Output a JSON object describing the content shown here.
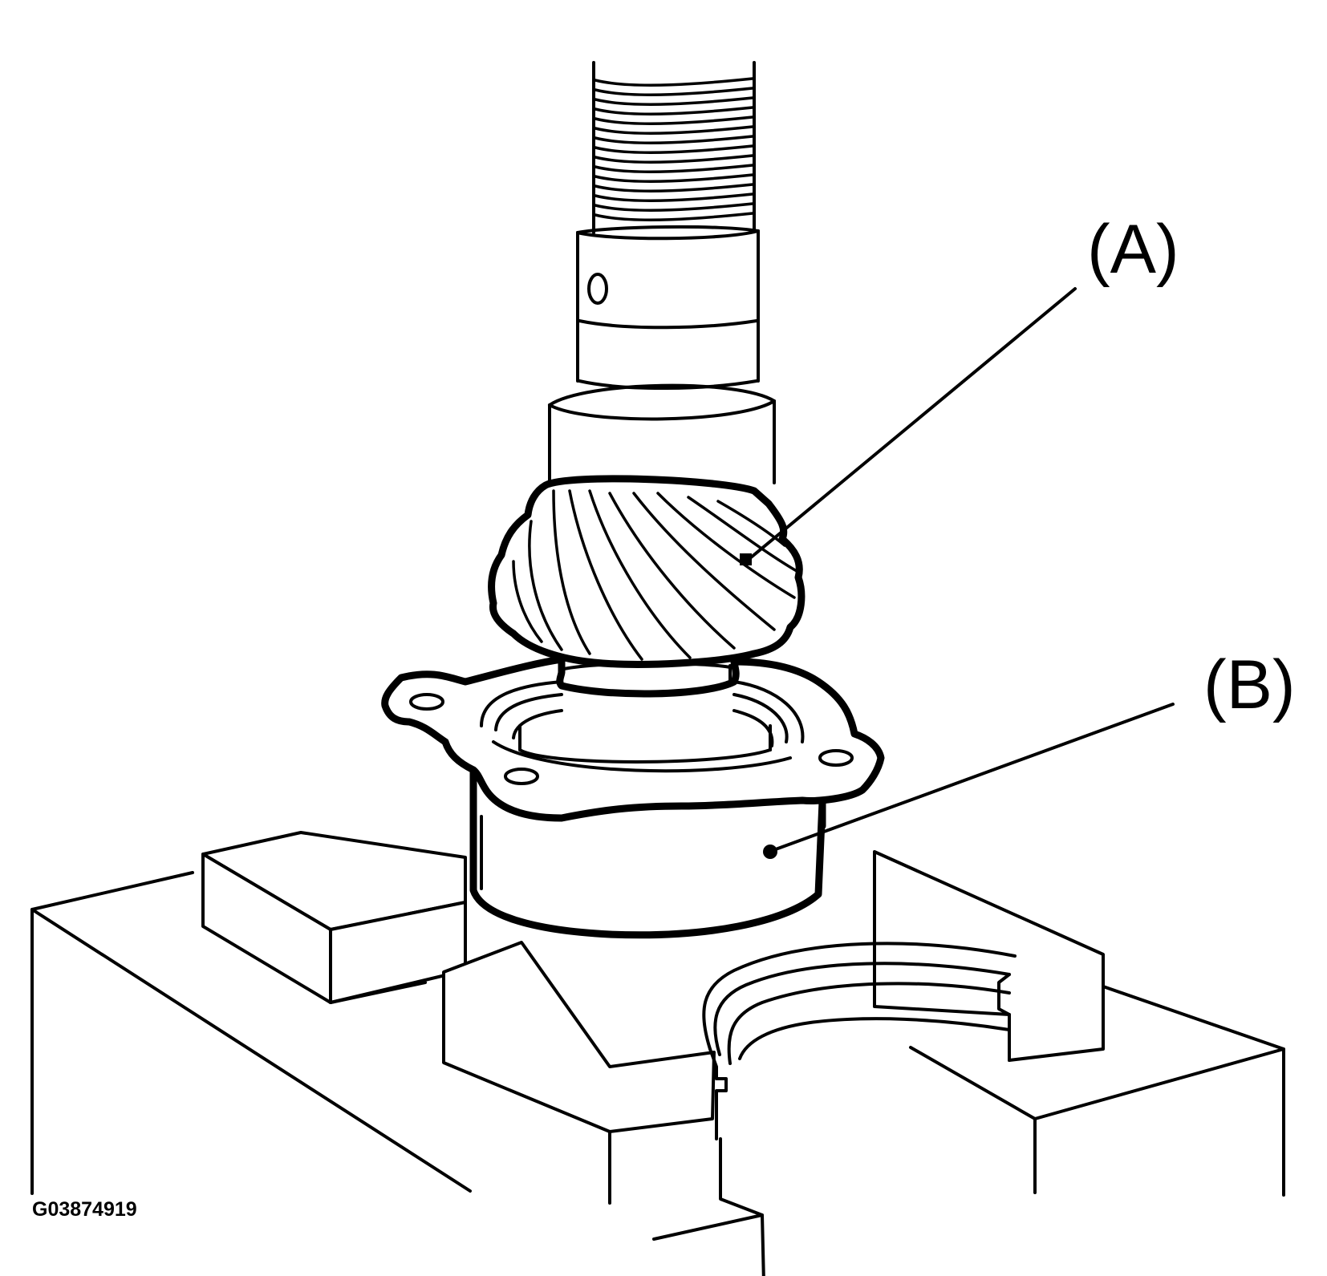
{
  "callouts": {
    "a": {
      "label": "(A)"
    },
    "b": {
      "label": "(B)"
    }
  },
  "figure_id": "G03874919"
}
